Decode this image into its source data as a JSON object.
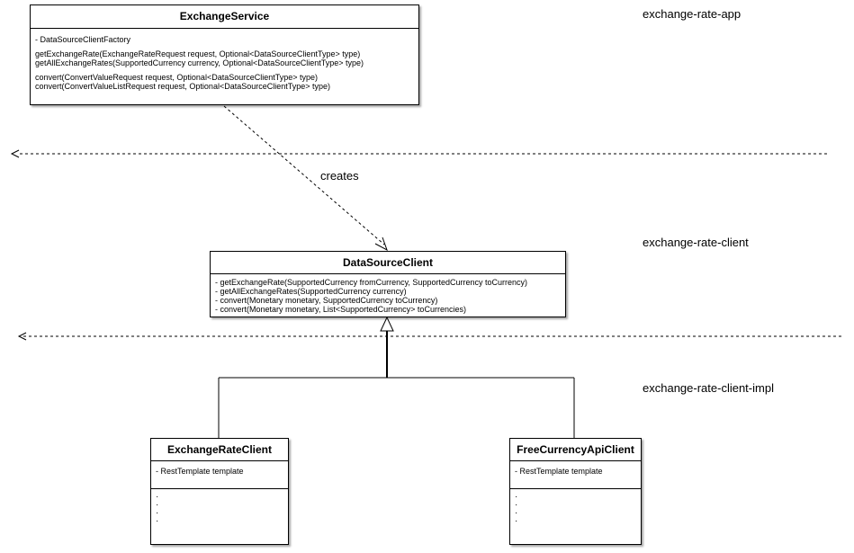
{
  "layers": {
    "app": "exchange-rate-app",
    "client": "exchange-rate-client",
    "impl": "exchange-rate-client-impl"
  },
  "relation_label": "creates",
  "exchange_service": {
    "title": "ExchangeService",
    "field": "- DataSourceClientFactory",
    "method_1": "getExchangeRate(ExchangeRateRequest request, Optional<DataSourceClientType> type)",
    "method_2": "getAllExchangeRates(SupportedCurrency currency, Optional<DataSourceClientType> type)",
    "method_3": "convert(ConvertValueRequest request, Optional<DataSourceClientType> type)",
    "method_4": "convert(ConvertValueListRequest request, Optional<DataSourceClientType> type)"
  },
  "data_source_client": {
    "title": "DataSourceClient",
    "method_1": "- getExchangeRate(SupportedCurrency fromCurrency, SupportedCurrency toCurrency)",
    "method_2": "- getAllExchangeRates(SupportedCurrency currency)",
    "method_3": "- convert(Monetary monetary, SupportedCurrency toCurrency)",
    "method_4": "- convert(Monetary monetary, List<SupportedCurrency> toCurrencies)"
  },
  "exchange_rate_client": {
    "title": "ExchangeRateClient",
    "field": "- RestTemplate template",
    "ellipsis": [
      "·",
      "·",
      "·",
      "·"
    ]
  },
  "free_currency_api_client": {
    "title": "FreeCurrencyApiClient",
    "field": "- RestTemplate template",
    "ellipsis": [
      "·",
      "·",
      "·",
      "·"
    ]
  }
}
